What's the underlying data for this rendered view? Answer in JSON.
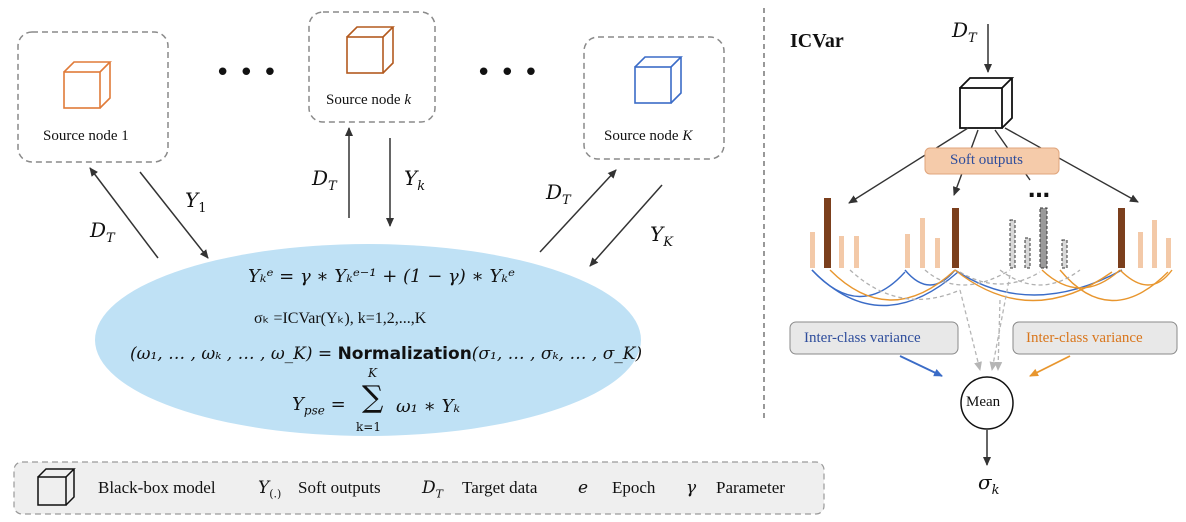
{
  "sources": [
    {
      "label": "Source node 1",
      "color": "#e07b39"
    },
    {
      "label": "Source node ",
      "index": "k",
      "color": "#b35a1f"
    },
    {
      "label": "Source node ",
      "index": "K",
      "color": "#3b6cc7"
    }
  ],
  "ellipsis": "• • •",
  "arrows": {
    "d_t": "D",
    "d_t_sub": "T",
    "y1": "Y",
    "y1_sub": "1",
    "yk": "Y",
    "yk_sub": "k",
    "yK": "Y",
    "yK_sub": "K"
  },
  "equations": {
    "eq1": "Yₖᵉ = γ ∗ Yₖᵉ⁻¹ + (1 − γ) ∗ Yₖᵉ",
    "eq2": "σₖ =ICVar(Yₖ), k=1,2,...,K",
    "eq3_pre": "(ω₁, … , ωₖ , … , ω_K) = ",
    "eq3_bold": "Normalization",
    "eq3_post": "(σ₁, … , σₖ, … , σ_K)",
    "eq4_lhs": "Y",
    "eq4_lhs_sub": "pse",
    "eq4_eq": " = ",
    "eq4_sum": "∑",
    "eq4_top": "K",
    "eq4_bottom": "k=1",
    "eq4_rhs": "ω₁ ∗ Yₖ"
  },
  "icvar": {
    "title": "ICVar",
    "input": "D",
    "input_sub": "T",
    "soft_outputs": "Soft outputs",
    "dots": "…",
    "inter_left": "Inter-class variance",
    "inter_right": "Inter-class variance",
    "mean": "Mean",
    "output": "σ",
    "output_sub": "k",
    "colors": {
      "blue": "#3b6cc7",
      "orange": "#e8962e",
      "brown": "#7b3f1d",
      "peach": "#f3c9a8",
      "grey": "#9a9a9a"
    }
  },
  "legend": {
    "black_box": "Black-box model",
    "y_sym": "Y",
    "y_sub": "(.)",
    "soft_outputs": "Soft outputs",
    "dt_sym": "D",
    "dt_sub": "T",
    "target_data": "Target data",
    "e_sym": "e",
    "epoch": "Epoch",
    "gamma_sym": "γ",
    "parameter": "Parameter"
  },
  "colors": {
    "ellipse": "#bfe1f5",
    "dashed_border": "#8a8a8a",
    "legend_bg": "#efefef"
  }
}
